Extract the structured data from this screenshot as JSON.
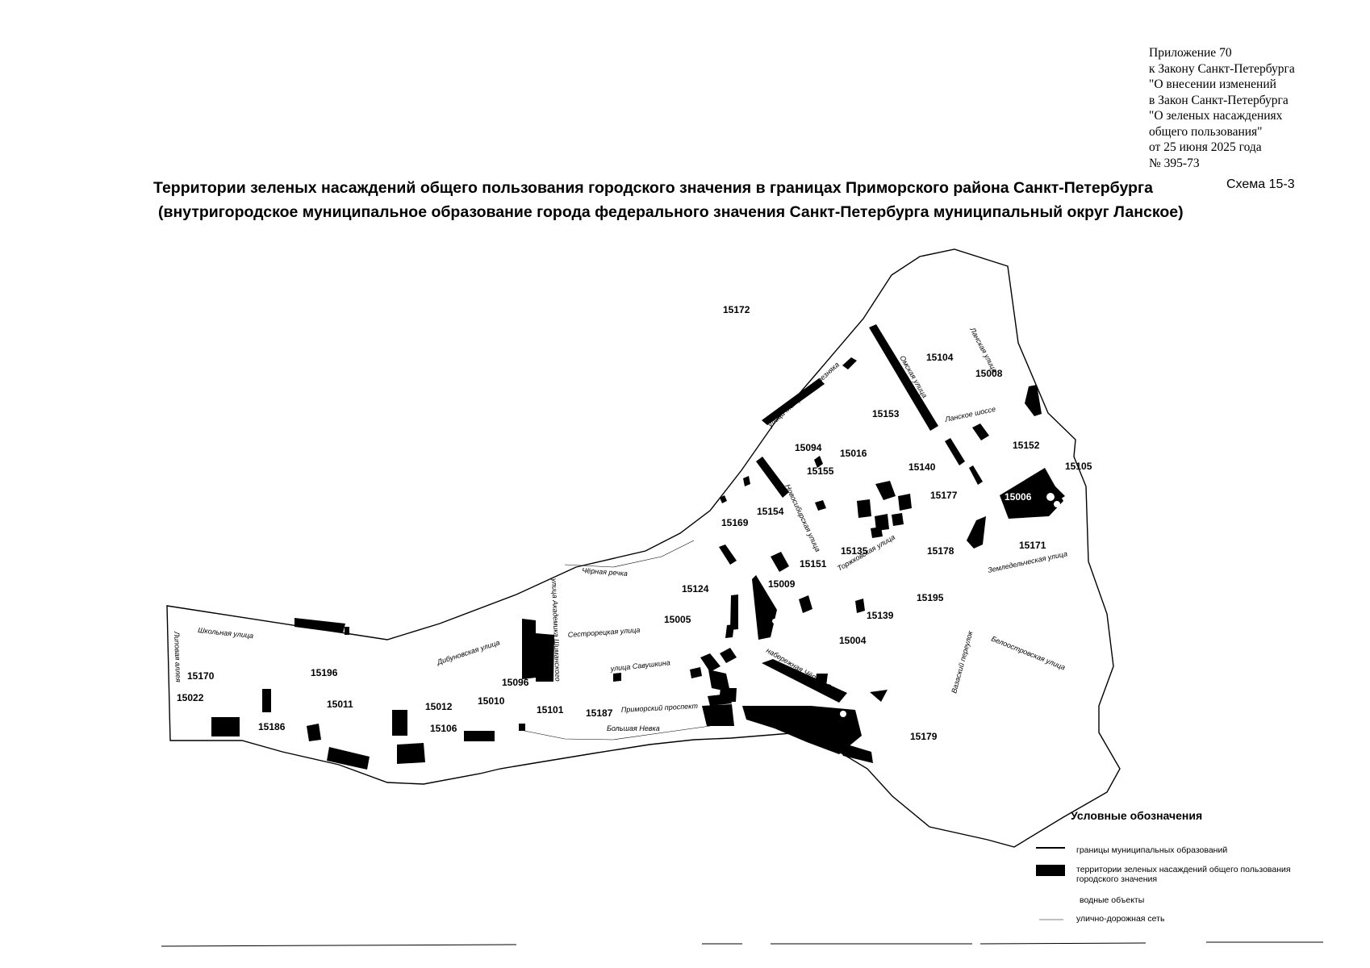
{
  "appendix": {
    "lines": [
      "Приложение 70",
      "к Закону Санкт-Петербурга",
      "\"О внесении изменений",
      "в Закон Санкт-Петербурга",
      "\"О зеленых насаждениях",
      "общего пользования\"",
      "от 25 июня 2025 года",
      "№ 395-73"
    ]
  },
  "title": {
    "line1": "Территории зеленых насаждений общего пользования городского значения в границах Приморского района Санкт-Петербурга",
    "line2": "(внутригородское муниципальное образование города федерального значения Санкт-Петербурга муниципальный округ Ланское)"
  },
  "scheme": "Схема 15-3",
  "map": {
    "parcel_ids": [
      "15172",
      "15104",
      "15008",
      "15153",
      "15152",
      "15105",
      "15094",
      "15016",
      "15140",
      "15155",
      "15177",
      "15006",
      "15154",
      "15169",
      "15135",
      "15178",
      "15171",
      "15151",
      "15009",
      "15124",
      "15195",
      "15139",
      "15005",
      "15004",
      "15096",
      "15170",
      "15196",
      "15022",
      "15011",
      "15012",
      "15010",
      "15101",
      "15187",
      "15186",
      "15106",
      "15179"
    ],
    "streets": [
      "улица Матроса Железняка",
      "Омская улица",
      "Ланская улица",
      "Ланское шоссе",
      "Новосибирская улица",
      "Торжковская улица",
      "Земледельческая улица",
      "Чёрная речка",
      "улица Академика Шиманского",
      "Сестрорецкая улица",
      "Дибуновская улица",
      "улица Савушкина",
      "Приморский проспект",
      "Большая Невка",
      "набережная Чёрной речки",
      "Белоостровская улица",
      "Вазаский переулок",
      "Школьная улица",
      "Липовая аллея"
    ]
  },
  "legend": {
    "title": "Условные обозначения",
    "items": [
      "границы муниципальных образований",
      "территории зеленых насаждений общего пользования городского значения",
      "водные объекты",
      "улично-дорожная сеть"
    ]
  }
}
